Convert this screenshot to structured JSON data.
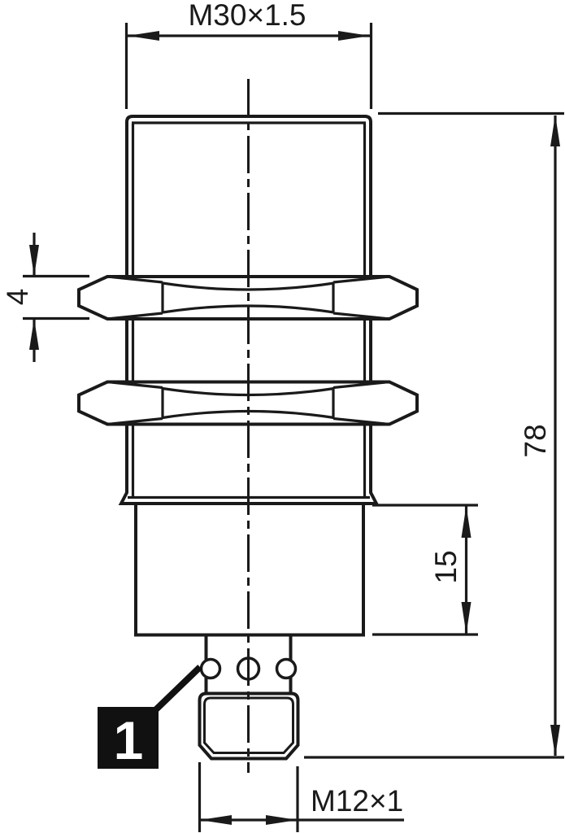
{
  "drawing": {
    "kind": "technical-dimension-drawing",
    "dimensions": {
      "top_thread": "M30×1.5",
      "nut_thickness": "4",
      "overall_length": "78",
      "housing_length": "15",
      "connector_thread": "M12×1"
    },
    "callout": {
      "number": "1"
    }
  },
  "colors": {
    "line": "#1a1a1a",
    "background": "#ffffff",
    "callout_background": "#111111",
    "callout_text": "#ffffff"
  }
}
